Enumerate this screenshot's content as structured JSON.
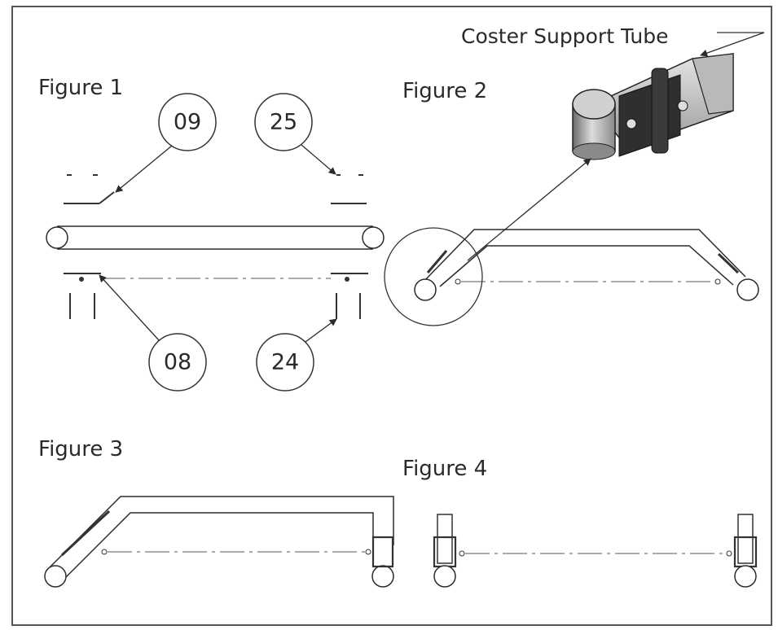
{
  "figures": {
    "fig1": "Figure 1",
    "fig2": "Figure 2",
    "fig3": "Figure 3",
    "fig4": "Figure 4"
  },
  "callouts": {
    "c09": "09",
    "c25": "25",
    "c08": "08",
    "c24": "24"
  },
  "labels": {
    "support_tube": "Coster Support Tube"
  },
  "colors": {
    "line": "#2b2b2b",
    "frame": "#555555",
    "part_light": "#c8c8c8",
    "part_dark": "#3a3a3a"
  }
}
